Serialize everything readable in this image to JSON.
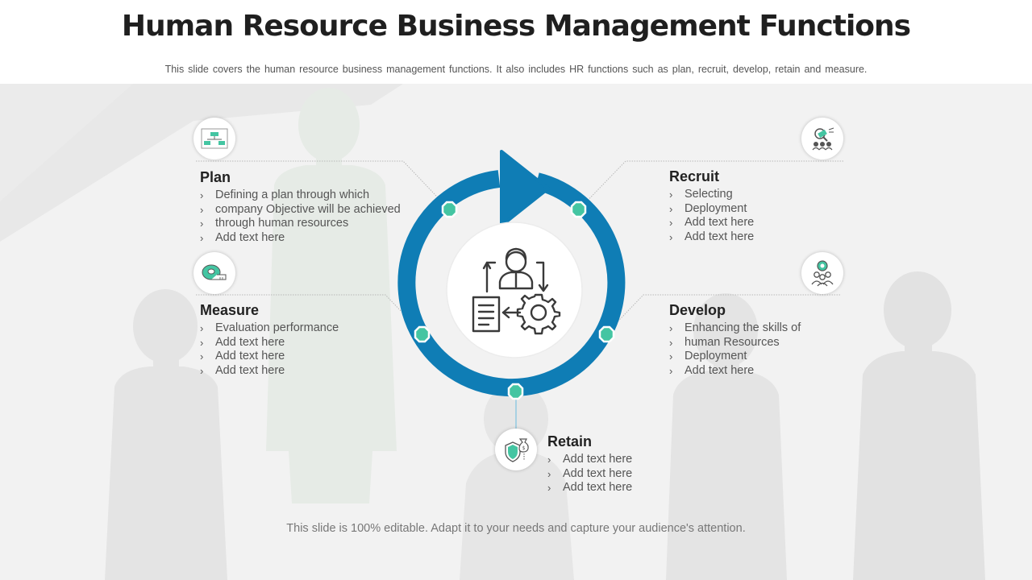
{
  "title": "Human Resource Business Management Functions",
  "subtitle": "This slide covers the human resource business management functions. It also includes HR functions such as plan, recruit, develop,  retain and measure.",
  "colors": {
    "ring": "#0f7db5",
    "accent": "#3fbf9a",
    "bullet_text": "#555555"
  },
  "sections": {
    "plan": {
      "title": "Plan",
      "icon": "org-chart-icon",
      "items": [
        "Defining a plan through which",
        "company Objective will be achieved",
        "through human resources",
        "Add text here"
      ]
    },
    "recruit": {
      "title": "Recruit",
      "icon": "recruitment-icon",
      "items": [
        "Selecting",
        "Deployment",
        "Add text here",
        "Add text here"
      ]
    },
    "measure": {
      "title": "Measure",
      "icon": "measuring-tape-icon",
      "items": [
        "Evaluation performance",
        "Add text here",
        "Add text here",
        "Add text here"
      ]
    },
    "develop": {
      "title": "Develop",
      "icon": "team-development-icon",
      "items": [
        "Enhancing the skills of",
        "human Resources",
        "Deployment",
        "Add text here"
      ]
    },
    "retain": {
      "title": "Retain",
      "icon": "shield-money-icon",
      "items": [
        "Add text here",
        "Add text here",
        "Add text here"
      ]
    }
  },
  "center_icon": "hr-management-gear-icon",
  "footer": "This slide is 100% editable. Adapt it to your needs and capture your audience's attention."
}
